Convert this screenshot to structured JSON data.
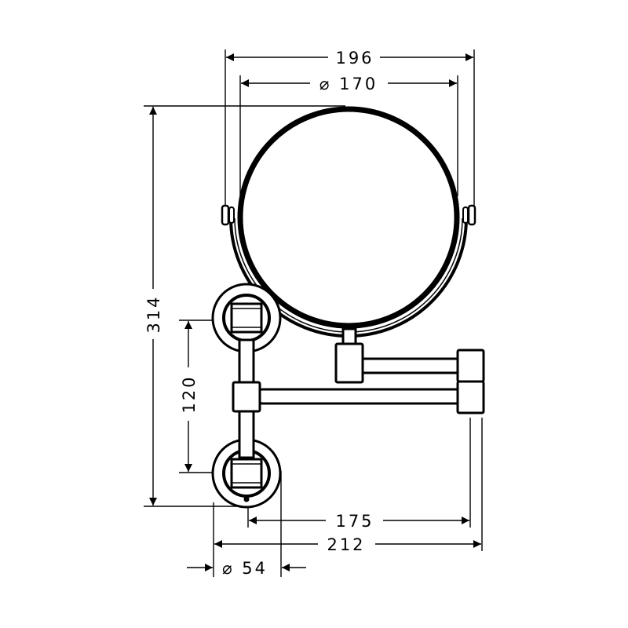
{
  "dimensions": {
    "width_total_mirror": "196",
    "mirror_diameter": "⌀ 170",
    "height_total": "314",
    "plate_spacing": "120",
    "arm_projection": "175",
    "total_projection": "212",
    "plate_diameter": "⌀ 54"
  },
  "colors": {
    "line": "#000000",
    "background": "#ffffff"
  }
}
